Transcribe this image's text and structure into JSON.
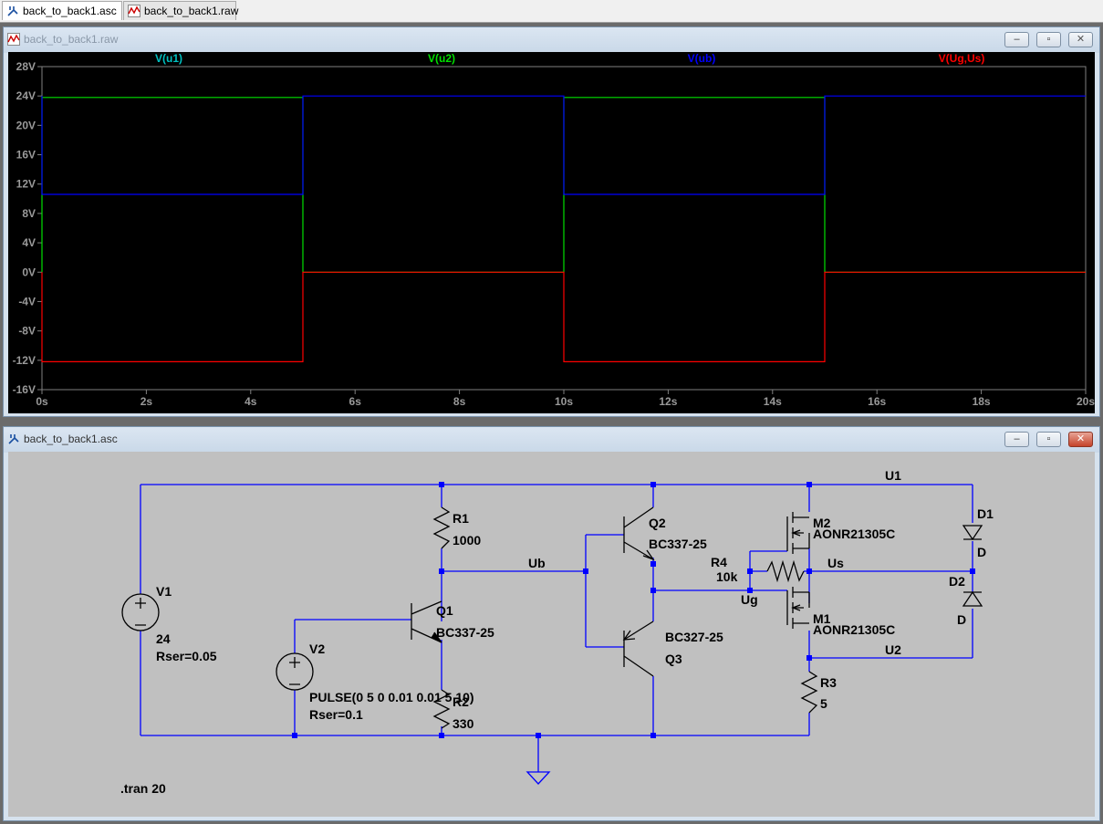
{
  "tabs": [
    {
      "label": "back_to_back1.asc"
    },
    {
      "label": "back_to_back1.raw"
    }
  ],
  "waveform_window": {
    "title": "back_to_back1.raw",
    "buttons": {
      "minimize": "‒",
      "restore": "▫",
      "close": "✕"
    }
  },
  "schematic_window": {
    "title": "back_to_back1.asc",
    "buttons": {
      "minimize": "‒",
      "restore": "▫",
      "close": "✕"
    }
  },
  "colors": {
    "plot_bg": "#000000",
    "u1": "#00c0c0",
    "u2": "#00e000",
    "ub": "#0000ff",
    "ugus": "#ff0000",
    "wire": "#0000ff",
    "schematic_bg": "#c0c0c0"
  },
  "chart_data": {
    "type": "line",
    "series": [
      {
        "name": "V(u1)",
        "x": [
          0,
          0,
          10,
          10,
          20
        ],
        "y": [
          0,
          0,
          0,
          0,
          0
        ],
        "shape": "hidden-under-u2"
      },
      {
        "name": "V(u2)",
        "x": [
          0,
          0,
          5,
          5,
          10,
          10,
          15,
          15,
          20
        ],
        "y": [
          0,
          23.8,
          23.8,
          0,
          0,
          23.8,
          23.8,
          0,
          0
        ]
      },
      {
        "name": "V(ub)",
        "x": [
          0,
          0,
          5,
          5,
          10,
          10,
          15,
          15,
          20
        ],
        "y": [
          24,
          10.6,
          10.6,
          24,
          24,
          10.6,
          10.6,
          24,
          24
        ]
      },
      {
        "name": "V(Ug,Us)",
        "x": [
          0,
          0,
          5,
          5,
          10,
          10,
          15,
          15,
          20
        ],
        "y": [
          0,
          -12.2,
          -12.2,
          0,
          0,
          -12.2,
          -12.2,
          0,
          0
        ]
      }
    ],
    "xlim": [
      0,
      20
    ],
    "ylim": [
      -16,
      28
    ],
    "x_ticks": [
      "0s",
      "2s",
      "4s",
      "6s",
      "8s",
      "10s",
      "12s",
      "14s",
      "16s",
      "18s",
      "20s"
    ],
    "y_ticks": [
      "28V",
      "24V",
      "20V",
      "16V",
      "12V",
      "8V",
      "4V",
      "0V",
      "-4V",
      "-8V",
      "-12V",
      "-16V"
    ],
    "xlabel": "",
    "ylabel": ""
  },
  "schematic": {
    "labels": {
      "v1": "V1",
      "v1_value": "24",
      "v1_rser": "Rser=0.05",
      "v2": "V2",
      "v2_value": "PULSE(0 5 0 0.01 0.01 5 10)",
      "v2_rser": "Rser=0.1",
      "r1": "R1",
      "r1_value": "1000",
      "r2": "R2",
      "r2_value": "330",
      "r3": "R3",
      "r3_value": "5",
      "r4": "R4",
      "r4_value": "10k",
      "q1": "Q1",
      "q1_model": "BC337-25",
      "q2": "Q2",
      "q2_model": "BC337-25",
      "q3": "Q3",
      "q3_model": "BC327-25",
      "m1": "M1",
      "m1_model": "AONR21305C",
      "m2": "M2",
      "m2_model": "AONR21305C",
      "d1": "D1",
      "d1_model": "D",
      "d2": "D2",
      "d2_model": "D",
      "net_ub": "Ub",
      "net_us": "Us",
      "net_ug": "Ug",
      "net_u1": "U1",
      "net_u2": "U2",
      "directive": ".tran 20"
    }
  }
}
